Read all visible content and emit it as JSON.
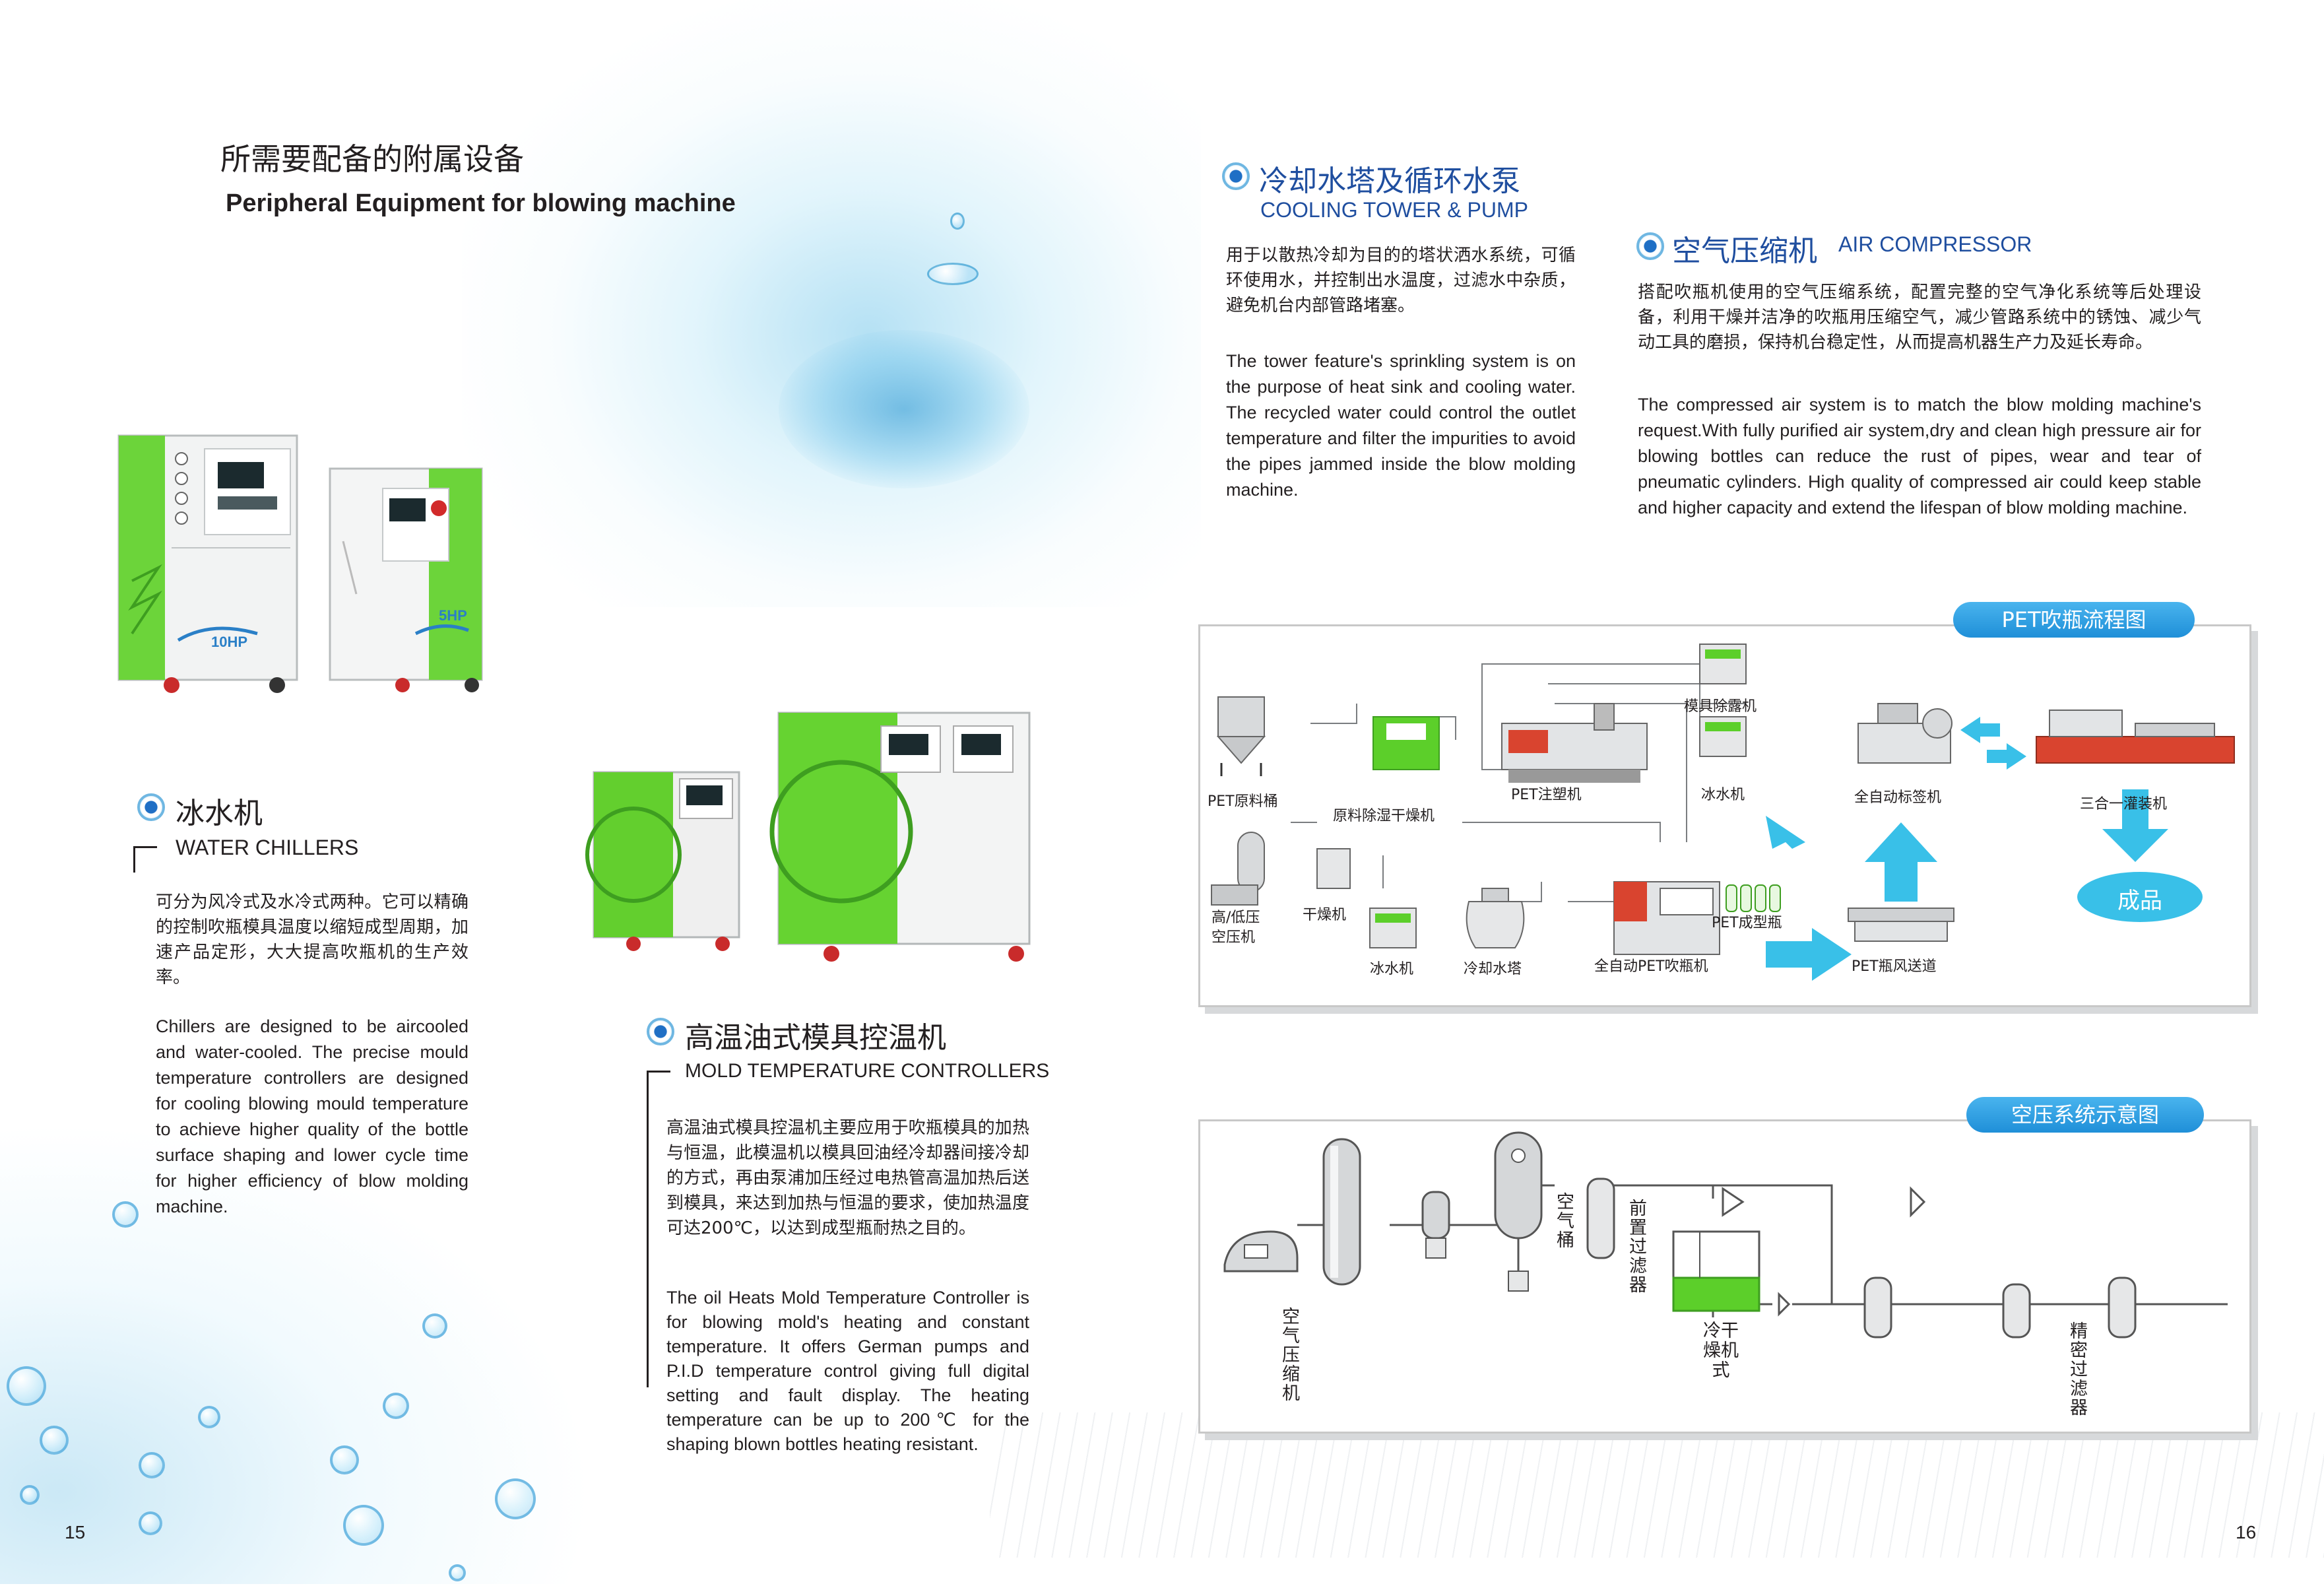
{
  "header": {
    "title_cn": "所需要配备的附属设备",
    "title_en": "Peripheral Equipment for blowing machine"
  },
  "chillers": {
    "title_cn": "冰水机",
    "title_en": "WATER CHILLERS",
    "body_cn": "可分为风冷式及水冷式两种。它可以精确的控制吹瓶模具温度以缩短成型周期，加速产品定形，大大提高吹瓶机的生产效率。",
    "body_en": "Chillers are designed to be aircooled and water-cooled. The precise mould temperature controllers are designed for cooling blowing mould temperature to achieve higher quality of the bottle surface shaping and lower cycle time for higher efficiency of blow molding machine.",
    "badge_large": "10HP",
    "badge_small": "5HP"
  },
  "mold_controllers": {
    "title_cn": "高温油式模具控温机",
    "title_en": "MOLD TEMPERATURE CONTROLLERS",
    "body_cn": "高温油式模具控温机主要应用于吹瓶模具的加热与恒温，此模温机以模具回油经冷却器间接冷却的方式，再由泵浦加压经过电热管高温加热后送到模具，来达到加热与恒温的要求，使加热温度可达200℃，以达到成型瓶耐热之目的。",
    "body_en": "The oil Heats Mold Temperature Controller is for blowing mold's heating and constant temperature. It offers German pumps and P.I.D temperature control giving full digital setting and fault display. The heating temperature can be up to 200℃ for the shaping blown bottles heating resistant."
  },
  "cooling_tower": {
    "title_cn": "冷却水塔及循环水泵",
    "title_en": "COOLING TOWER & PUMP",
    "body_cn": "用于以散热冷却为目的的塔状洒水系统，可循环使用水，并控制出水温度，过滤水中杂质，避免机台内部管路堵塞。",
    "body_en": "The tower feature's sprinkling system is on the purpose of heat sink and cooling water. The recycled water could control the outlet temperature and filter the impurities to avoid the pipes jammed inside the blow molding machine."
  },
  "air_compressor": {
    "title_cn": "空气压缩机",
    "title_en": "AIR COMPRESSOR",
    "body_cn": "搭配吹瓶机使用的空气压缩系统，配置完整的空气净化系统等后处理设备，利用干燥并洁净的吹瓶用压缩空气，减少管路系统中的锈蚀、减少气动工具的磨损，保持机台稳定性，从而提高机器生产力及延长寿命。",
    "body_en": "The compressed air system is to match the blow molding machine's request.With fully purified air system,dry and clean high pressure air for blowing bottles can reduce the rust of pipes, wear and tear of pneumatic cylinders. High quality of compressed air could keep stable and higher capacity and extend the lifespan of blow molding machine."
  },
  "pet_flow": {
    "title": "PET吹瓶流程图",
    "labels": {
      "raw_bin": "PET原料桶",
      "dryer_raw": "原料除湿干燥机",
      "injection": "PET注塑机",
      "dehumidifier": "模具除露机",
      "chiller_top": "冰水机",
      "labeler": "全自动标签机",
      "filler": "三合一灌装机",
      "compressor": "高/低压\n空压机",
      "dryer": "干燥机",
      "chiller_bottom": "冰水机",
      "tower": "冷却水塔",
      "blower": "全自动PET吹瓶机",
      "bottles": "PET成型瓶",
      "conveyor": "PET瓶风送道",
      "product": "成品"
    }
  },
  "air_system": {
    "title": "空压系统示意图",
    "labels": {
      "compressor": "空气压缩机",
      "tank": "空气桶",
      "pre_filter": "前置过滤器",
      "dryer": "冷干燥机式",
      "fine_filter": "精密过滤器"
    }
  },
  "pages": {
    "left": "15",
    "right": "16"
  },
  "colors": {
    "accent_blue": "#1f8fd8",
    "machine_green": "#5ccf2a",
    "pipe_red": "#d9442f"
  }
}
